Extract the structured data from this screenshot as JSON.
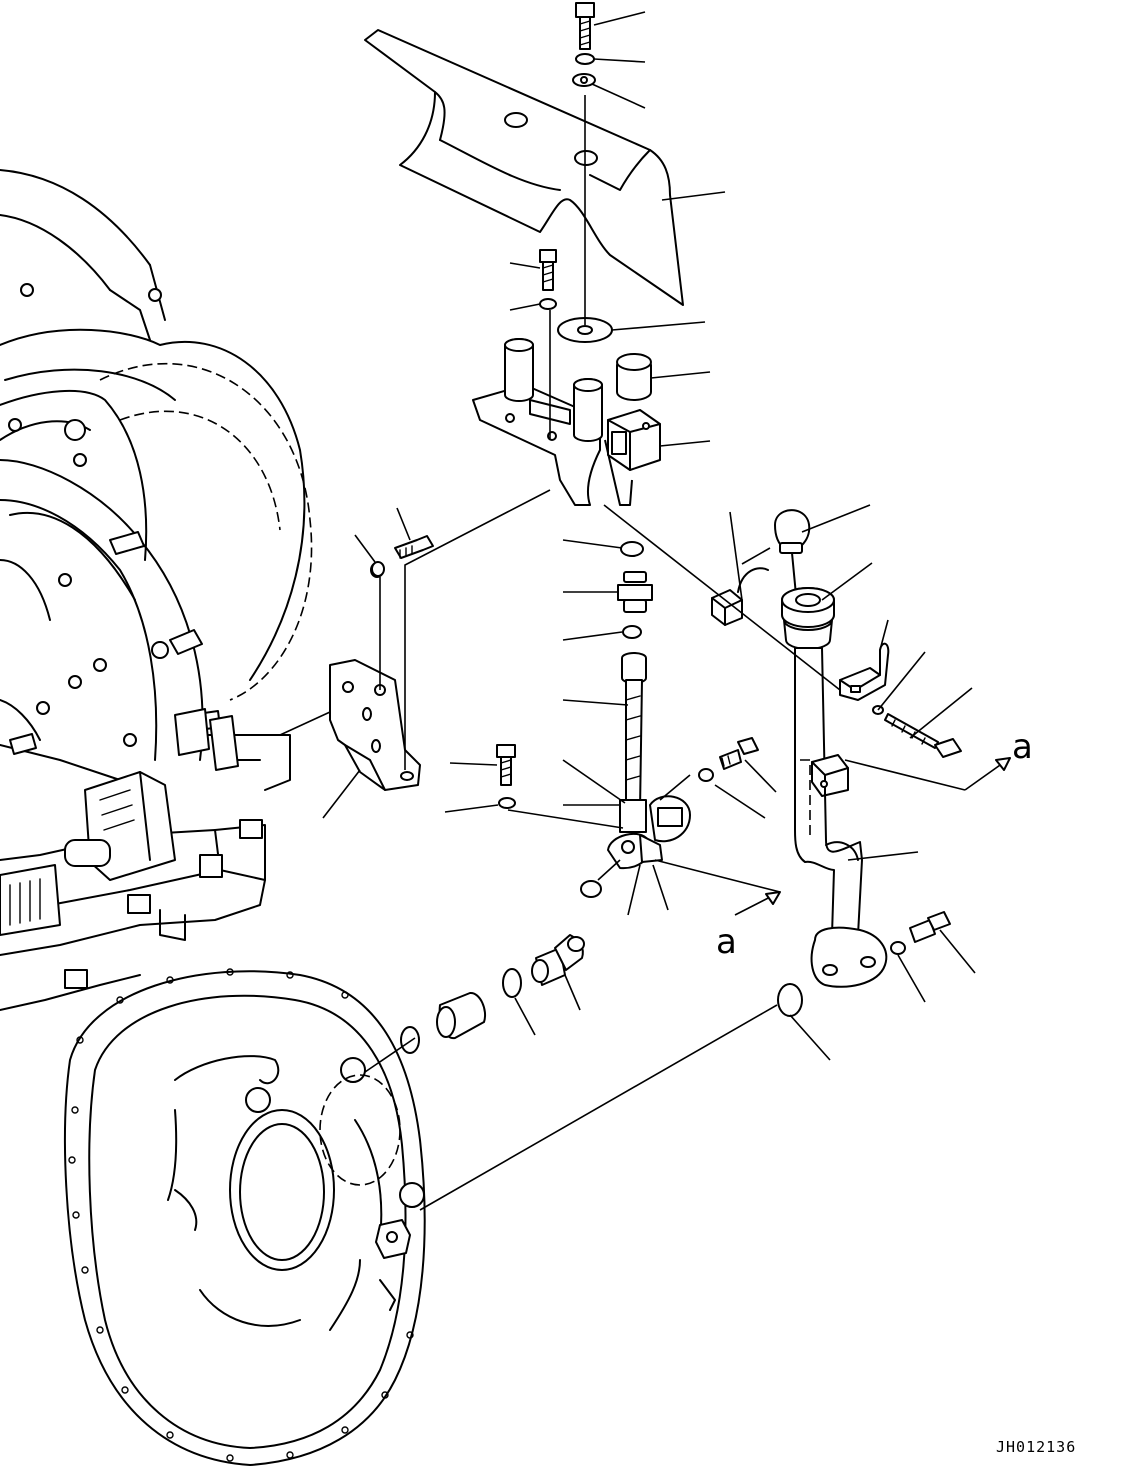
{
  "drawing": {
    "code": "JH012136",
    "callout_letters": [
      "a",
      "a"
    ]
  }
}
